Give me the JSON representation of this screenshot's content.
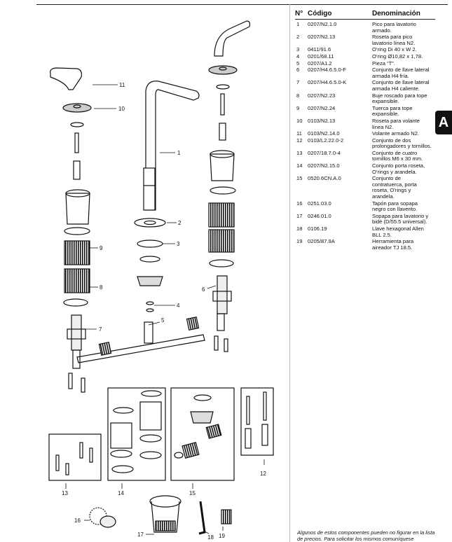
{
  "header": {
    "col_num": "N°",
    "col_code": "Código",
    "col_desc": "Denominación"
  },
  "parts": [
    {
      "num": "1",
      "code": "0207/N2.1.0",
      "desc": "Pico para lavatorio\narmado."
    },
    {
      "num": "2",
      "code": "0207/N2.13",
      "desc": "Roseta para pico\nlavatorio línea N2."
    },
    {
      "num": "3",
      "code": "0411/91.6",
      "desc": "O’ring Di 40 x W 2."
    },
    {
      "num": "4",
      "code": "0201/68.11",
      "desc": "O’ring Ø10,82 x 1,78."
    },
    {
      "num": "5",
      "code": "0207/A1.2",
      "desc": "Pieza “T”."
    },
    {
      "num": "6",
      "code": "0207/H4.6.5.0-F",
      "desc": "Conjunto de llave lateral\narmada H4 fría."
    },
    {
      "num": "7",
      "code": "0207/H4.6.5.0-K",
      "desc": "Conjunto de llave lateral\narmada H4 caliente."
    },
    {
      "num": "8",
      "code": "0207/N2.23",
      "desc": "Buje roscado para tope\nexpansible."
    },
    {
      "num": "9",
      "code": "0207/N2.24",
      "desc": "Tuerca para tope\nexpansible."
    },
    {
      "num": "10",
      "code": "0103/N2.13",
      "desc": "Roseta para volante\nlínea N2."
    },
    {
      "num": "11",
      "code": "0103/N2.14.0",
      "desc": "Volante armado N2."
    },
    {
      "num": "12",
      "code": "0103/L2.22.0-2",
      "desc": "Conjunto de dos\nprolongadores y tornillos."
    },
    {
      "num": "13",
      "code": "0207/18.7.0-4",
      "desc": "Conjunto de cuatro\ntornillos M6 x 30 mm."
    },
    {
      "num": "14",
      "code": "0207/N2.15.0",
      "desc": "Conjunto porta roseta,\nO’rings y arandela."
    },
    {
      "num": "15",
      "code": "0520.6CN.A.0",
      "desc": "Conjunto de\ncontratuerca, porta\nroseta, O’rings y\narandela."
    },
    {
      "num": "16",
      "code": "0251.03.0",
      "desc": "Tapón para sopapa\nnegro con llaverito."
    },
    {
      "num": "17",
      "code": "0246.01.0",
      "desc": "Sopapa para lavatorio y\nbidé (D/55.5 universal)."
    },
    {
      "num": "18",
      "code": "0106.19",
      "desc": "Llave hexagonal Allen\nBLL 2.5."
    },
    {
      "num": "19",
      "code": "0205/87.9A",
      "desc": "Herramienta para\naireador TJ 18.5."
    }
  ],
  "section_tab": "A",
  "footnote": "Algunos de estos componentes pueden no figurar en la lista de precios. Para solicitar los mismos comuníquese",
  "callouts": {
    "c1": "1",
    "c2": "2",
    "c3": "3",
    "c4": "4",
    "c5": "5",
    "c6": "6",
    "c7": "7",
    "c8": "8",
    "c9": "9",
    "c10": "10",
    "c11": "11",
    "c12": "12",
    "c13": "13",
    "c14": "14",
    "c15": "15",
    "c16": "16",
    "c17": "17",
    "c18": "18",
    "c19": "19"
  }
}
